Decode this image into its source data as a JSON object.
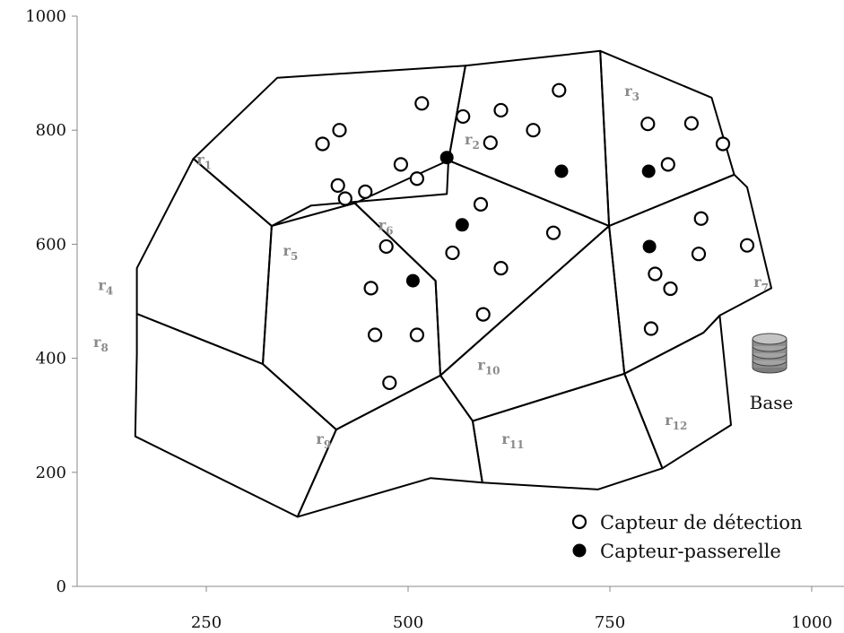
{
  "chart_data": {
    "type": "scatter",
    "xlim": [
      90,
      1040
    ],
    "ylim": [
      0,
      1000
    ],
    "x_ticks": [
      250,
      500,
      750,
      1000
    ],
    "y_ticks": [
      0,
      200,
      400,
      600,
      800,
      1000
    ],
    "x_tick_labels": [
      "250",
      "500",
      "750",
      "1000"
    ],
    "y_tick_labels": [
      "0",
      "200",
      "400",
      "600",
      "800",
      "1000"
    ],
    "regions": [
      {
        "name": "r",
        "sub": "1",
        "label_at": [
          238,
          740
        ],
        "polygon": [
          [
            234,
            750
          ],
          [
            338,
            892
          ],
          [
            571,
            913
          ],
          [
            550,
            747
          ],
          [
            548,
            688
          ],
          [
            380,
            668
          ],
          [
            331,
            632
          ]
        ]
      },
      {
        "name": "r",
        "sub": "2",
        "label_at": [
          570,
          775
        ],
        "polygon": [
          [
            571,
            913
          ],
          [
            738,
            939
          ],
          [
            749,
            632
          ],
          [
            550,
            747
          ]
        ]
      },
      {
        "name": "r",
        "sub": "3",
        "label_at": [
          768,
          860
        ],
        "polygon": [
          [
            738,
            939
          ],
          [
            876,
            857
          ],
          [
            904,
            722
          ],
          [
            749,
            632
          ]
        ]
      },
      {
        "name": "r",
        "sub": "4",
        "label_at": [
          116,
          520
        ],
        "polygon": [
          [
            234,
            750
          ],
          [
            331,
            632
          ],
          [
            320,
            390
          ],
          [
            164,
            478
          ],
          [
            164,
            558
          ]
        ]
      },
      {
        "name": "r",
        "sub": "5",
        "label_at": [
          345,
          580
        ],
        "polygon": [
          [
            331,
            632
          ],
          [
            434,
            672
          ],
          [
            534,
            536
          ],
          [
            540,
            370
          ],
          [
            411,
            275
          ],
          [
            320,
            390
          ]
        ]
      },
      {
        "name": "r",
        "sub": "6",
        "label_at": [
          463,
          625
        ],
        "polygon": [
          [
            434,
            672
          ],
          [
            550,
            747
          ],
          [
            749,
            632
          ],
          [
            540,
            370
          ],
          [
            534,
            536
          ]
        ]
      },
      {
        "name": "r",
        "sub": "7",
        "label_at": [
          928,
          525
        ],
        "polygon": [
          [
            749,
            632
          ],
          [
            904,
            722
          ],
          [
            920,
            700
          ],
          [
            950,
            523
          ],
          [
            886,
            475
          ],
          [
            866,
            445
          ],
          [
            768,
            373
          ]
        ]
      },
      {
        "name": "r",
        "sub": "8",
        "label_at": [
          110,
          420
        ],
        "polygon": [
          [
            164,
            478
          ],
          [
            320,
            390
          ],
          [
            411,
            275
          ],
          [
            363,
            122
          ],
          [
            162,
            263
          ],
          [
            164,
            408
          ]
        ]
      },
      {
        "name": "r",
        "sub": "9",
        "label_at": [
          386,
          250
        ],
        "polygon": [
          [
            411,
            275
          ],
          [
            540,
            370
          ],
          [
            580,
            290
          ],
          [
            592,
            182
          ],
          [
            528,
            190
          ],
          [
            363,
            122
          ]
        ]
      },
      {
        "name": "r",
        "sub": "10",
        "label_at": [
          586,
          380
        ],
        "polygon": [
          [
            540,
            370
          ],
          [
            749,
            632
          ],
          [
            768,
            373
          ],
          [
            580,
            290
          ]
        ]
      },
      {
        "name": "r",
        "sub": "11",
        "label_at": [
          616,
          250
        ],
        "polygon": [
          [
            580,
            290
          ],
          [
            768,
            373
          ],
          [
            815,
            207
          ],
          [
            735,
            170
          ],
          [
            592,
            182
          ]
        ]
      },
      {
        "name": "r",
        "sub": "12",
        "label_at": [
          818,
          283
        ],
        "polygon": [
          [
            768,
            373
          ],
          [
            866,
            445
          ],
          [
            886,
            475
          ],
          [
            900,
            283
          ],
          [
            815,
            207
          ]
        ]
      }
    ],
    "detection_sensors": [
      [
        394,
        776
      ],
      [
        415,
        800
      ],
      [
        517,
        847
      ],
      [
        568,
        824
      ],
      [
        491,
        740
      ],
      [
        413,
        703
      ],
      [
        447,
        692
      ],
      [
        422,
        680
      ],
      [
        511,
        715
      ],
      [
        602,
        778
      ],
      [
        615,
        835
      ],
      [
        655,
        800
      ],
      [
        687,
        870
      ],
      [
        797,
        811
      ],
      [
        822,
        740
      ],
      [
        851,
        812
      ],
      [
        890,
        776
      ],
      [
        590,
        670
      ],
      [
        555,
        585
      ],
      [
        615,
        558
      ],
      [
        680,
        620
      ],
      [
        593,
        477
      ],
      [
        473,
        596
      ],
      [
        454,
        523
      ],
      [
        459,
        441
      ],
      [
        511,
        441
      ],
      [
        477,
        357
      ],
      [
        863,
        645
      ],
      [
        806,
        548
      ],
      [
        860,
        583
      ],
      [
        825,
        522
      ],
      [
        801,
        452
      ],
      [
        920,
        598
      ]
    ],
    "gateway_sensors": [
      [
        548,
        752
      ],
      [
        690,
        728
      ],
      [
        798,
        728
      ],
      [
        567,
        634
      ],
      [
        799,
        596
      ],
      [
        506,
        536
      ]
    ],
    "legend": {
      "detection_label": "Capteur de détection",
      "gateway_label": "Capteur-passerelle"
    },
    "base_label": "Base"
  }
}
